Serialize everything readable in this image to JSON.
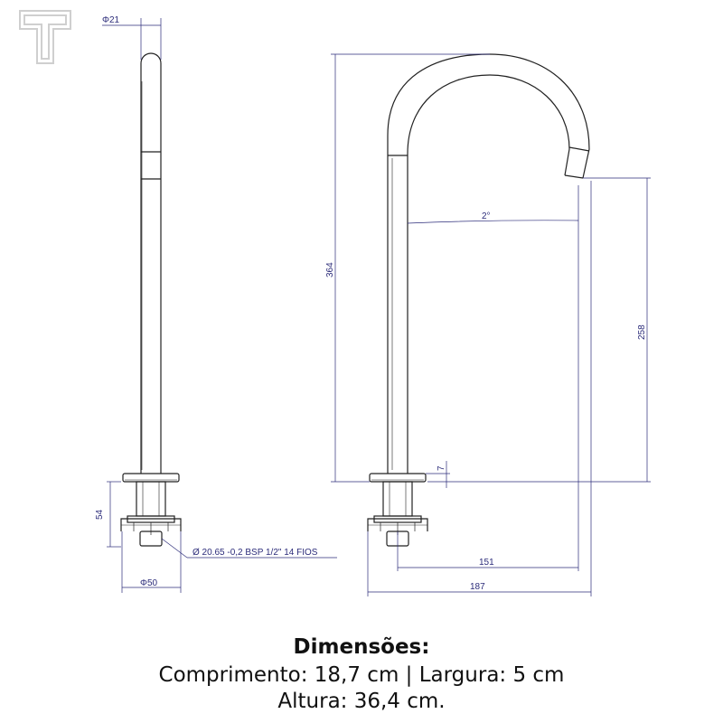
{
  "colors": {
    "outline": "#222222",
    "dimension": "#2c2c7a",
    "logo": "#cfcfcf",
    "caption": "#111111"
  },
  "logo": {
    "icon": "letter-t-logo-icon"
  },
  "side_view": {
    "diameter_top_label": "Φ21",
    "height_label": "54",
    "thread_label": "Ø 20.65 -0,2 BSP 1/2\"  14 FIOS",
    "base_diameter_label": "Φ50"
  },
  "front_view": {
    "total_height_label": "364",
    "spout_height_label": "258",
    "angle_label": "2°",
    "flange_label": "7",
    "reach_label": "151",
    "width_label": "187"
  },
  "caption": {
    "title": "Dimensões:",
    "line1": "Comprimento: 18,7 cm | Largura: 5 cm",
    "line2": "Altura: 36,4 cm."
  }
}
